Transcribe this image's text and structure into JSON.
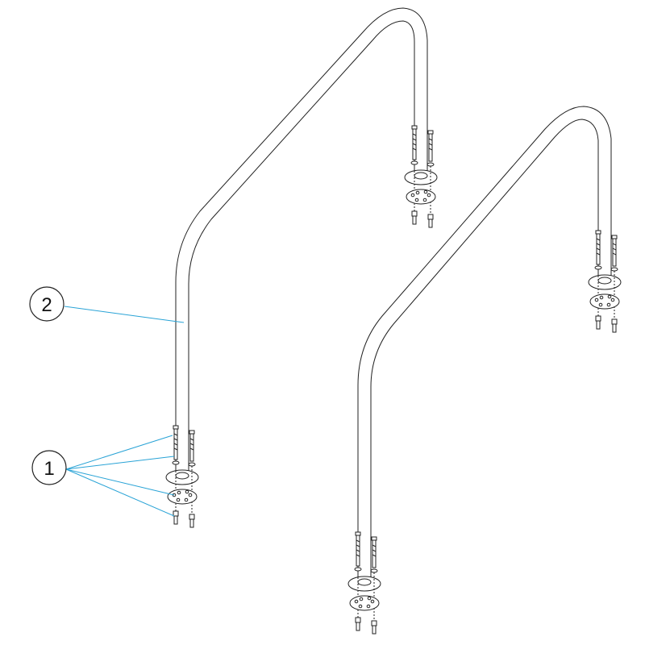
{
  "diagram": {
    "callouts": [
      {
        "id": "callout-1",
        "label": "1",
        "leader_color": "#29a3d6"
      },
      {
        "id": "callout-2",
        "label": "2",
        "leader_color": "#29a3d6"
      }
    ],
    "line_color": "#222222",
    "part_fill": "#ffffff"
  }
}
